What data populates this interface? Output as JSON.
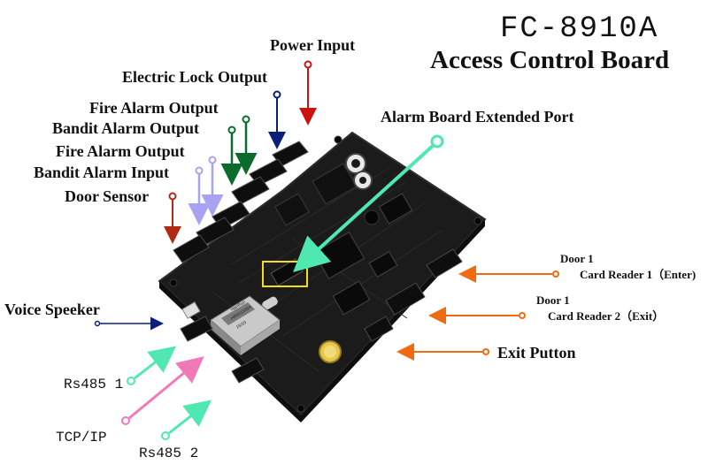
{
  "title": {
    "model": "FC-8910A",
    "name": "Access Control Board"
  },
  "labels": {
    "power_input": "Power Input",
    "electric_lock_output": "Electric Lock Output",
    "fire_alarm_output_1": "Fire Alarm Output",
    "bandit_alarm_output": "Bandit Alarm Output",
    "fire_alarm_output_2": "Fire Alarm Output",
    "bandit_alarm_input": "Bandit Alarm Input",
    "door_sensor": "Door Sensor",
    "alarm_board_port": "Alarm Board Extended Port",
    "voice_speaker": "Voice Speeker",
    "door1_a": "Door 1",
    "card_reader_1": "Card Reader 1（Enter)",
    "door1_b": "Door 1",
    "card_reader_2": "Card Reader 2（Exit）",
    "exit_button": "Exit Putton",
    "rs485_1": "Rs485 1",
    "tcp_ip": "TCP/IP",
    "rs485_2": "Rs485 2"
  },
  "board_silkscreen": {
    "rj45_brand": "HanRun",
    "rj45_part": "HR911105A",
    "rj45_code": "15/10"
  },
  "colors": {
    "red": "#cc1111",
    "navy": "#0a1f7a",
    "green": "#0b6b2a",
    "lavender": "#a7a3f0",
    "darkred": "#b22a14",
    "teal": "#4fe8b0",
    "orange": "#f06a12",
    "pink": "#f07ab8",
    "highlight": "#f5dd1a"
  }
}
